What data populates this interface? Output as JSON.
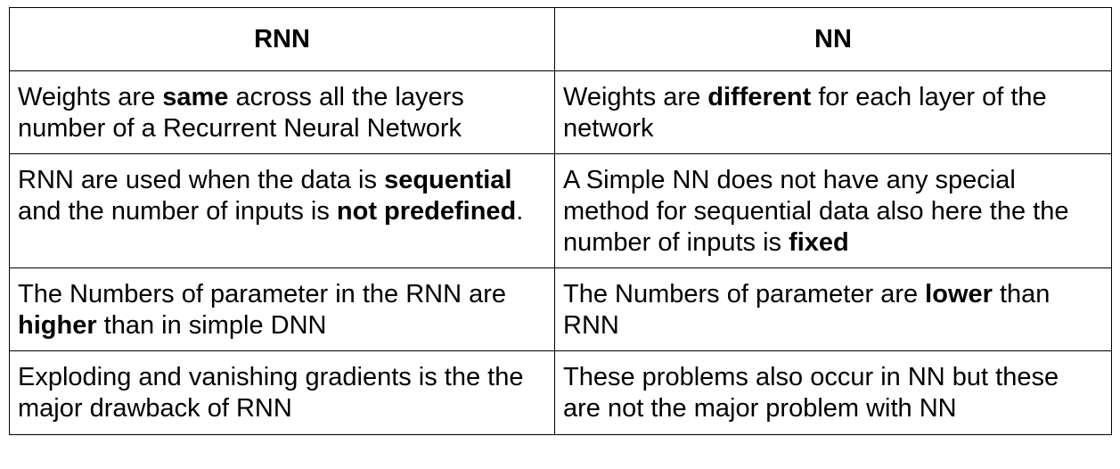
{
  "table": {
    "headers": [
      "RNN",
      "NN"
    ],
    "rows": [
      [
        [
          {
            "text": "Weights are ",
            "bold": false
          },
          {
            "text": "same",
            "bold": true
          },
          {
            "text": " across all the layers number of a Recurrent Neural Network",
            "bold": false
          }
        ],
        [
          {
            "text": "Weights are ",
            "bold": false
          },
          {
            "text": "different",
            "bold": true
          },
          {
            "text": " for each layer of the network",
            "bold": false
          }
        ]
      ],
      [
        [
          {
            "text": "RNN are used when the data is ",
            "bold": false
          },
          {
            "text": "sequential",
            "bold": true
          },
          {
            "text": " and the number of inputs is ",
            "bold": false
          },
          {
            "text": "not predefined",
            "bold": true
          },
          {
            "text": ".",
            "bold": false
          }
        ],
        [
          {
            "text": "A Simple NN does not have any special method for sequential data also here the the number of inputs is ",
            "bold": false
          },
          {
            "text": "fixed",
            "bold": true
          }
        ]
      ],
      [
        [
          {
            "text": "The Numbers of parameter in the RNN are ",
            "bold": false
          },
          {
            "text": "higher",
            "bold": true
          },
          {
            "text": " than in simple DNN",
            "bold": false
          }
        ],
        [
          {
            "text": "The Numbers of parameter are ",
            "bold": false
          },
          {
            "text": "lower",
            "bold": true
          },
          {
            "text": " than RNN",
            "bold": false
          }
        ]
      ],
      [
        [
          {
            "text": "Exploding and vanishing gradients is the the major drawback of RNN",
            "bold": false
          }
        ],
        [
          {
            "text": "These problems also occur in NN but these are not the major problem with NN",
            "bold": false
          }
        ]
      ]
    ]
  }
}
